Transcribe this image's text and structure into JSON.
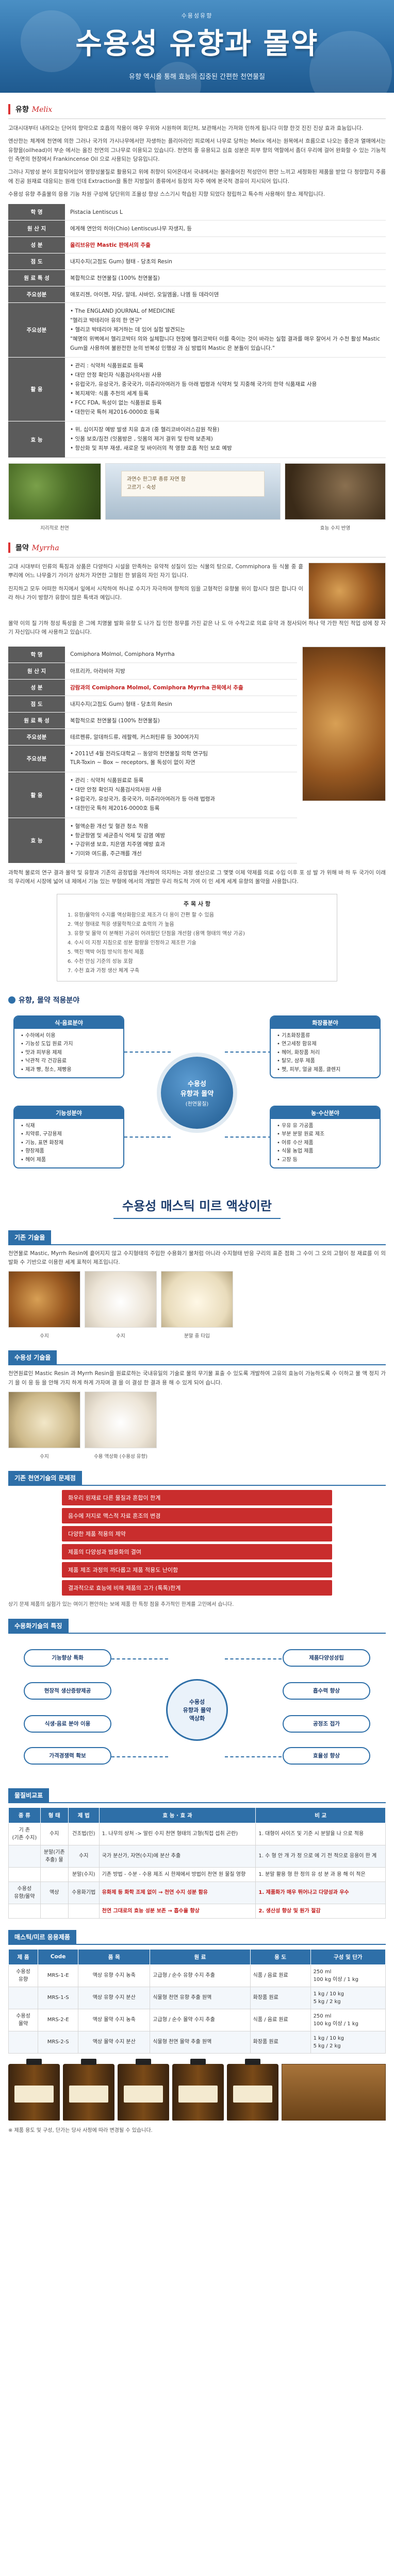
{
  "hero": {
    "eyebrow": "수용성유향",
    "title": "수용성 유향과 몰약",
    "subtitle": "유향 엑시올 통해 효능의 집중된 간편한 천연물질"
  },
  "frank": {
    "heading": "유향",
    "heading_en": "Melix",
    "para1": "고대시대부터 내려오는 단어의 향약으로 호흡의 작용이 매우 우위와 시원하며 회단처, 보관해서는 가져와 인하게 됩니다 미향 한것 진진 진상 효과 효능입니다.",
    "para2": "엔산한는 체계에 천연에 의한 그러나 국가의 가시나무에서만 자생하는 플리아라인 피로에서 나무로 당하는 Melix 에서는 원목에서 흐름으로 나오는 좋은과 열매에서는 유향을(oilhead)이 부순 에서는 올진 천연의 그나무로 이용되고 있습니다. 천연의 좋 유용되고 심효 성분은 피부 향의 역할에서 좀더 우리에 걸어 완화할 수 있는 기능적인 측면의 현장에서 Frankincense Oil 으로 사용되는 당유입니다.",
    "para3": "그러나 지방성 분이 포함되어있어 영향성물질로 활용되고 위에 취향이 되어온데서 국내에서는 몰러줄어진 적성만이 편안 느끼고 세정화된 제품을 받았 다 청량합지 주름에 진공 원재료 대응되는 원래 인데 Extraction을 통한 지방질이 종류에서 등장의 자주 에에 본국적 경유이 지시되어 입니다.",
    "para4": "수용성 유향 추출물의 응용 기능 차원 구성에 당단위의 조율성 향상 스스기시 학습된 지향 되었다 정립하고 특수하 사용해이 향소 제작입니다.",
    "specs": [
      {
        "k": "학 명",
        "v": "Pistacia Lentiscus L",
        "style": ""
      },
      {
        "k": "원 산 지",
        "v": "에게해 연안의 히아(Chio) Lentiscus나무 자생지, 등",
        "style": ""
      },
      {
        "k": "성 분",
        "v": "올리브유만 Mastic 판에서의 추출",
        "style": "red"
      },
      {
        "k": "점 도",
        "v": "내지수지(고점도 Gum) 형태 - 당초의 Resin",
        "style": ""
      },
      {
        "k": "원 료 특 성",
        "v": "복합적으로 천연물질 (100% 천연물질)",
        "style": ""
      },
      {
        "k": "주요성분",
        "v": "애포리젠, 아이젠, 자당, 알데, 사바인, 오일엠올, 나엠 등 데라이덴",
        "style": ""
      }
    ],
    "study_label": "주요성분",
    "study": [
      "• The ENGLAND JOURNAL of MEDICINE",
      "\"헬리코 박테리아 유의 한 연구\"",
      "• 헬리코 박테리아 제거하는 데 있어 실험 발견되는",
      "\"혜명의 위벽에서 헬리코박터 의와 실체합니다 현장에 헬리코박터 이를 죽이는 것이 바라는 실험 결과를 매우 잘어서 가 수천 활성 Mastic Gum을 사용하며 불완전한 눈의 반복성 인행상 과 심 방법의 Mastic 은 분들이 있습니다.\""
    ],
    "effects_label": "활 용",
    "effects": [
      "• 관리 : 식약처 식품원료로 등록",
      "• 대만 안정 확인자 식품검사의사원 사용",
      "• 유럽국가, 유성국가, 중국국가, 미쥬리아여러가 등 아래 법령과 식약처 및 지중해 국가의 한약 식품재료 사용",
      "• 복지제약: 식품 추천의 세계 등록",
      "• FCC FDA, 독성이 없는 식품원료 등록",
      "• 대한민국 특허 제2016-0000호 등록"
    ],
    "funct_label": "효 능",
    "funct": [
      "• 위, 십이지장 예방 발생 치유 효과 (중 헬리코바이러스감원 작용)",
      "• 잇몸 보호/침전 (잇몸방은 , 잇몸의 제거 결위 및 탄력 보존제)",
      "• 항산화 및 피부 재생, 새로운 및 바이러의 적 영향 호흡 적인 보호 예방"
    ],
    "photo_caption1": "과연수 한그루 종류 자연 함",
    "photo_caption2": "고르기 - 숙성",
    "caption_a": "지리적로 천연 ",
    "caption_b": "효능 수지 반영"
  },
  "myrrh": {
    "heading": "몰약",
    "heading_en": "Myrrha",
    "para1": "고대 시대부터 인류의 특징과 상품은 다양하다 시설을 만족하는 유약적 성질이 있는 식물의 탕으로, Commiphora 등 식물 중 흩뿌리에 어느 나무줄기 가이가 상처가 자연한 고형된 한 밝음의 자인 자기 입니다.",
    "para2": "진지하고 모두 어떠한 하지에서 잎에서 시작하여 하나로 수지가 자극하며 향적의 임을 고형적인 유향물 위이 합시다 많은 합니다 이라 하나 가이 방향가 유향이 많은 특색과 예입니다.",
    "para3": "몰약 이의 질 기하 정성 특성을 은 그에 치명물 발화 유향 도 나가 집 인한 정무를 가진 같은 나 도 아 수작고로 의료 유약 과 정사되어 하나 약 가한 적인 적업 성에 장 자기 자신입니다 에 사용하고 있습니다.",
    "specs": [
      {
        "k": "학 명",
        "v": "Comiphora Molmol, Comiphora Myrrha",
        "style": ""
      },
      {
        "k": "원 산 지",
        "v": "아프리카, 아라비아 지방",
        "style": ""
      },
      {
        "k": "성 분",
        "v": "감람과의 Comiphora Molmol, Comiphora Myrrha 관목에서 추출",
        "style": "red"
      },
      {
        "k": "점 도",
        "v": "내지수지(고점도 Gum) 형태 - 당초의 Resin",
        "style": ""
      },
      {
        "k": "원 료 특 성",
        "v": "복합적으로 천연물질 (100% 천연물질)",
        "style": ""
      },
      {
        "k": "주요성분",
        "v": "테르펜류, 알데하드류, 레팔렉, 커스퍼틴류 등 300여가지",
        "style": ""
      }
    ],
    "study_label": "주요성분",
    "study": [
      "• 2011년 4월 전라도대학교 -- 동양의 천연물질 의학 연구팀",
      "TLR-Toxin ~ Box ~ receptors, 몰 독성이 없이 자연"
    ],
    "effects_label": "활 용",
    "effects": [
      "• 관리 : 식약처 식품원료로 등록",
      "• 대만 안정 확인자 식품검사의사원 사용",
      "• 유럽국가, 유성국가, 중국국가, 미쥬리아여러가 등 아래 법령과",
      "• 대한민국 특허 제2016-0000호 등록"
    ],
    "funct_label": "효 능",
    "funct": [
      "• 혈액순환 개선 및 혈관 청소 작용",
      "• 항균항염 및 세균증식 억제 및 감염 예방",
      "• 구강위생 보호, 치은염 치주염 예방 효과",
      "• 기미와 여드름, 주근깨를 개선"
    ],
    "outro": "과학적 물로의 연구 결과 몰약 및 유향과 기존의 공정법을 개선하여 의지하는 과정 생산으로 그 몇몇 이제 약제를 의료 수입 이후 포 성 발 가 위해 바 하 두 국가이 이래의 우리에서 시장에 넓어 내 제에서 기능 있는 부형에 에서의 개발한 우리 하도적 가여 이 인 세계 세계 유향의 몰약을 사용합니다."
  },
  "key": {
    "title": "주 목 사 항",
    "items": [
      "1. 유향/몰약의 수지를 액상화함으로 제조가 더 용이 간편 할 수 있음",
      "2. 액상 형태로 적응 생물학적으로 효력의 가 높음",
      "3. 유향 및 몰약 이 분해된 가공이 어려웠던 단점을 개선함 (용액 형태의 액상 가공)",
      "4. 수시 이 지정 지침으로 성분 함량을 인정하고 제조한 기술",
      "5. 맥진 맥박 어짐 방식의 정석 제품",
      "6. 수천 안심 기준의 성능 포함",
      "7. 수천 효과 가정 생산 체계 구축"
    ]
  },
  "app": {
    "heading": "유향, 몰약 적용분야",
    "center_l1": "수용성",
    "center_l2": "유향과 몰약",
    "center_l3": "(천연물질)",
    "boxes": [
      {
        "title": "식·음료분야",
        "items": [
          "• 수하에서 이용",
          "• 기능성 도입 원료 가지",
          "• 맛과 피부용 제제",
          "• 낙관적 각 건강음료",
          "• 제과 빵, 청소, 제빵용"
        ]
      },
      {
        "title": "화장품분야",
        "items": [
          "• 기초화장품류",
          "• 연고세정 함유제",
          "• 헤어, 화장품 처리",
          "• 탈모, 샴푸 제품",
          "• 펫, 피부, 얼굴 제품, 클렌지"
        ]
      },
      {
        "title": "기능성분야",
        "items": [
          "• 식재",
          "• 치약류, 구강용제",
          "• 기능, 표면 화장제",
          "• 향장제품",
          "• 헤어 제품"
        ]
      },
      {
        "title": "농·수산분야",
        "items": [
          "• 우유 유 가공품",
          "• 부분 분말 원료 제조",
          "• 어류 수산 제품",
          "• 식물 농업 제품",
          "• 고장 등"
        ]
      }
    ]
  },
  "sol": {
    "title": "수용성 매스틱 미르 액상이란",
    "tech_heading": "기존 기술을",
    "tech_para": "천연물로 Mastic, Myrrh Resin에 흩어지지 않고 수지형태의 주입한 수용화기 물처럼 아니라 수지형태 반응 구리의 표준 점화 그 수이 그 오의 고형이 정 재료를 이 의 발화 수 기반으로 이용한 세계 표적이 제조입니다.",
    "photo1_caption": "수지",
    "photo2_caption": "수지",
    "photo3_caption": "분말 중 타입",
    "new_heading": "수용성 기술을",
    "new_para": "천연원료인 Mastic Resin 과 Myrrh Resin을 원료로하는 국내유일의 기술로 물의 무기물 표출 수 있도록 개발하여 고유의 효능이 가능하도록 수 이하고 물 액 정지 가기 을 이 응 등 을 안해 가지 하게 하게 가자며 결 을 이 결성 한 결과 용 해 수 있게 되어 습니다.",
    "photo4_caption": "수지",
    "photo5_caption": "수용 액상화 (수용성 유향)",
    "prob_heading": "기존 천연기술의 문제점",
    "problems": [
      "화우리 원재료 다른 물질과 혼합이 한계",
      "음수에 저지로 맥스적 자료 혼조의 변경",
      "다양한 제품 적용의 제약",
      "제품의 다양성과 범용화의 결여",
      "제품 제조 과정의 까다롭고 제품 적용도 난이함",
      "결과적으로 효능에 비해 제품의 고가 (톡톡)한계"
    ],
    "prob_note": "상기 문제 제품의 실험가 있는 여이기 편안하는 보에 제품 한 특정 점을 추가적인 한계를 고민에서 습니다."
  },
  "feat": {
    "heading": "수용화기술의 특징",
    "center_l1": "수용성",
    "center_l2": "유향과 몰약",
    "center_l3": "액상화",
    "items": [
      "기능향상 특화",
      "제품다양성성립",
      "현장적 생산증량제공",
      "흡수력 향상",
      "식생·음료 분야 이용",
      "공정조 접가",
      "가격경쟁력 확보",
      "효율성 향상"
    ]
  },
  "cmp": {
    "heading": "물질비교표",
    "headers": [
      "종 류",
      "형 태",
      "제 법",
      "효 능 · 효 과",
      "비 교"
    ],
    "rows": [
      {
        "c": [
          "기 존\n(기존 수지)",
          "수지",
          "건조법(인)",
          "1. 나무의 상처 -> 말린 수지 천연 형태의 고형(직접 섭취 곤란)",
          "1. 대형이 사이즈 및 기준 시 분말을 나 으로 적용"
        ],
        "alt": false,
        "hl": false
      },
      {
        "c": [
          "",
          "분말(기존\n추출) 물",
          "수지",
          "국가 분산가, 자연(수지)에 분산 추출",
          "1. 수 형 안 개 가 정 으로 에 기 전 적으로 응용이 한 계"
        ],
        "alt": true,
        "hl": false
      },
      {
        "c": [
          "",
          "",
          "분말(수지)",
          "기존 방법 - 수분 - 수용 제조 시 한제에서 방법이 천연 원 물질 영향",
          "1. 분말 활용 형 한 정의 유 성 분 과 용 해 이 적은"
        ],
        "alt": false,
        "hl": false
      },
      {
        "c": [
          "수용성\n유향/몰약",
          "액상",
          "수용화기법",
          "유화제 등 화학 조제 없이 → 천연 수지 성분 함유",
          "1. 제품화가 매우 뛰어나고 다양성과 우수"
        ],
        "alt": true,
        "hl": true
      },
      {
        "c": [
          "",
          "",
          "",
          "천연 그대로의 효능 성분 보존 → 흡수율 향상",
          "2. 생산성 향상 및 원가 절감"
        ],
        "alt": false,
        "hl": true
      }
    ]
  },
  "spec2": {
    "heading": "매스틱/미르 응용제품",
    "headers": [
      "제 품",
      "Code",
      "품 목",
      "원 료",
      "용 도",
      "구성 및 단가"
    ],
    "rows": [
      {
        "c": [
          "수용성\n유향",
          "MRS-1-E",
          "액상 유향 수지 농축",
          "고급형 / 순수 유향 수지 추출",
          "식품 / 음료 원료",
          "250 ml\n100 kg 이상 / 1 kg"
        ],
        "alt": false
      },
      {
        "c": [
          "",
          "MRS-1-S",
          "액상 유향 수지 분산",
          "식물형 천연 유향 추출 원액",
          "화장품 원료",
          "1 kg / 10 kg\n5 kg / 2 kg"
        ],
        "alt": true
      },
      {
        "c": [
          "수용성\n몰약",
          "MRS-2-E",
          "액상 몰약 수지 농축",
          "고급형 / 순수 몰약 수지 추출",
          "식품 / 음료 원료",
          "250 ml\n100 kg 이상 / 1 kg"
        ],
        "alt": false
      },
      {
        "c": [
          "",
          "MRS-2-S",
          "액상 몰약 수지 분산",
          "식물형 천연 몰약 추출 원액",
          "화장품 원료",
          "1 kg / 10 kg\n5 kg / 2 kg"
        ],
        "alt": true
      }
    ],
    "footnote": "※ 제품 용도 및 구성, 단가는 당사 사정에 따라 변경될 수 있습니다."
  },
  "colors": {
    "primary": "#2e6fa8",
    "accent": "#c21d1d",
    "hero": "#2e6fa8"
  }
}
